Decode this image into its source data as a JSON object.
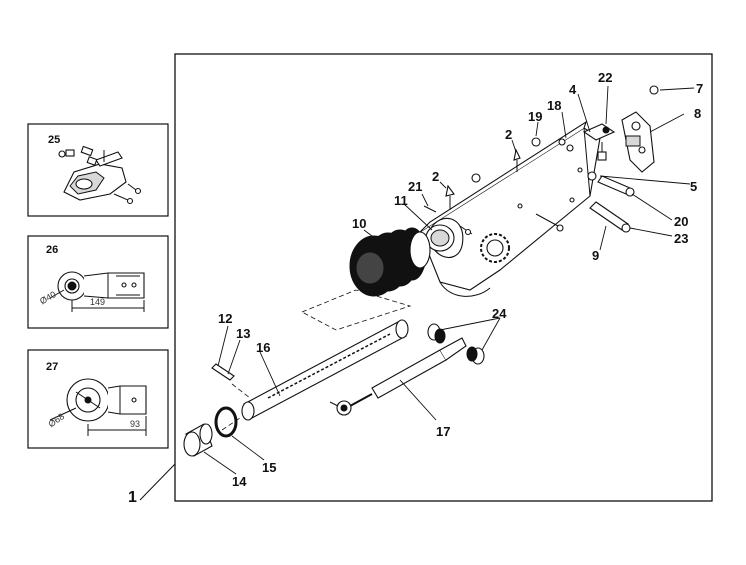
{
  "labels": {
    "main": "1",
    "p2a": "2",
    "p2b": "2",
    "p4": "4",
    "p5": "5",
    "p7": "7",
    "p8": "8",
    "p9": "9",
    "p10": "10",
    "p11": "11",
    "p12": "12",
    "p13": "13",
    "p14": "14",
    "p15": "15",
    "p16": "16",
    "p17": "17",
    "p18": "18",
    "p19": "19",
    "p20": "20",
    "p21": "21",
    "p22": "22",
    "p23": "23",
    "p24": "24",
    "p25": "25",
    "p26": "26",
    "p27": "27"
  },
  "dimensions": {
    "d26_diameter": "Ø40",
    "d26_length": "149",
    "d27_diameter": "Ø68",
    "d27_length": "93"
  }
}
